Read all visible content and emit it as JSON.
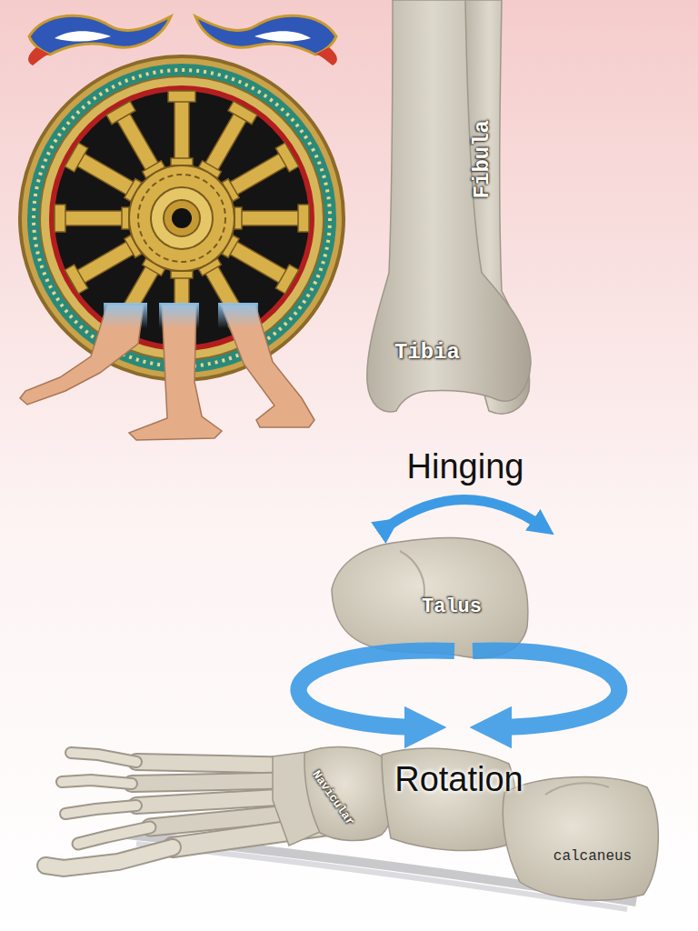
{
  "diagram": {
    "labels": [
      "Fibula",
      "Tibia",
      "Hinging",
      "Talus",
      "Rotation",
      "Navicular",
      "calcaneus"
    ]
  }
}
